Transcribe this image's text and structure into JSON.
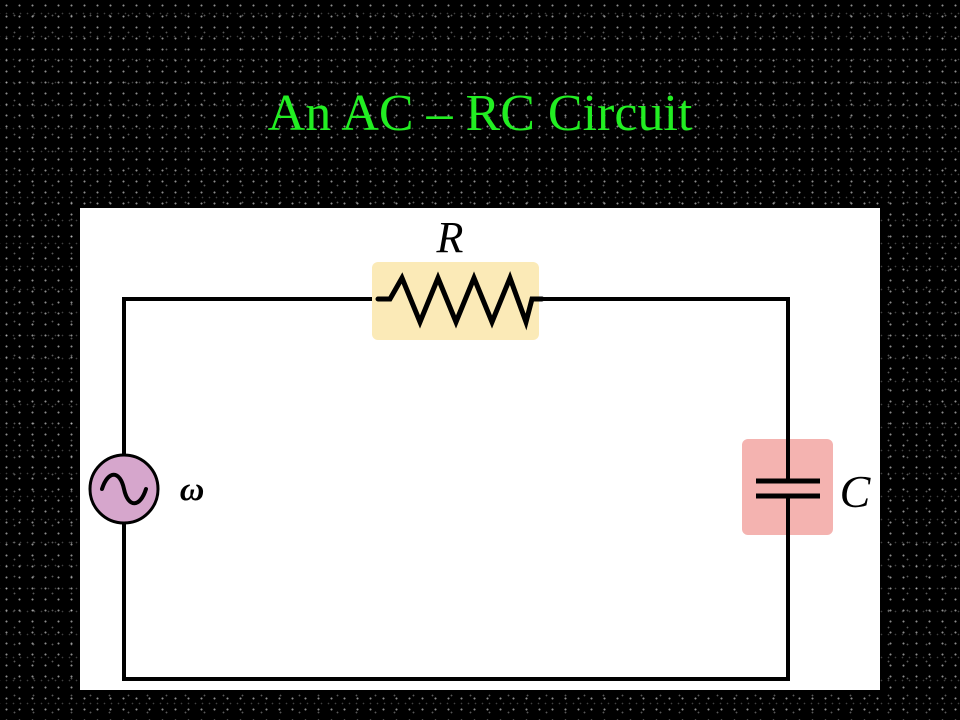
{
  "slide": {
    "title": "An AC – RC Circuit",
    "title_color": "#22ee22"
  },
  "diagram": {
    "background_color": "#ffffff",
    "wire_color": "#000000",
    "components": {
      "resistor": {
        "label": "R",
        "highlight_color": "#fbeab7"
      },
      "capacitor": {
        "label": "C",
        "highlight_color": "#f4b3b0"
      },
      "ac_source": {
        "label": "ω",
        "fill_color": "#d6a6cc"
      }
    }
  }
}
